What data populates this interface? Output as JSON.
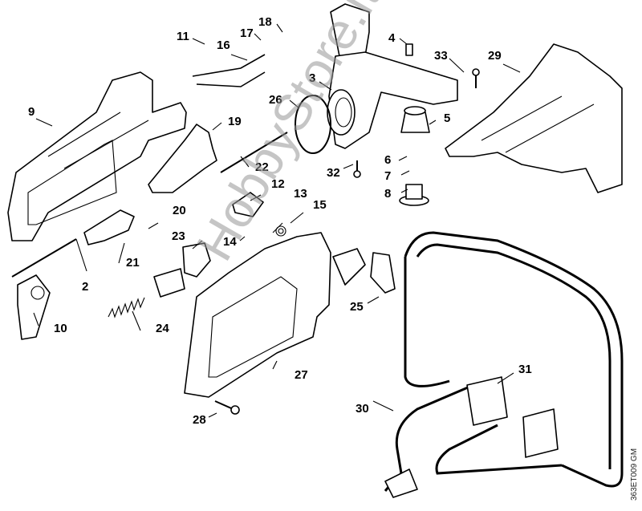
{
  "diagram": {
    "type": "exploded-parts-diagram",
    "drawing_code": "363ET009 GM",
    "watermark": "HobbyStore.it",
    "callouts": [
      "2",
      "3",
      "4",
      "5",
      "6",
      "7",
      "8",
      "9",
      "10",
      "11",
      "12",
      "13",
      "14",
      "15",
      "16",
      "17",
      "18",
      "19",
      "20",
      "21",
      "22",
      "23",
      "24",
      "25",
      "26",
      "27",
      "28",
      "29",
      "30",
      "31",
      "32",
      "33"
    ]
  }
}
